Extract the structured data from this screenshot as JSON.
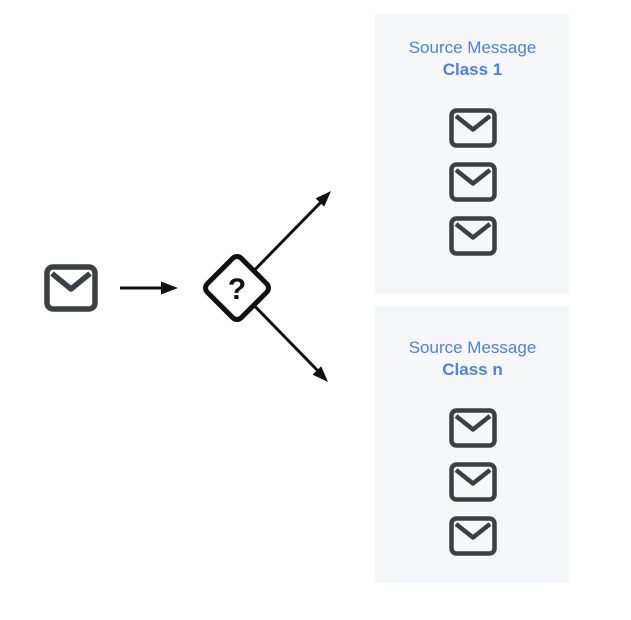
{
  "diagram": {
    "description": "Message classification flow diagram",
    "flow": {
      "input": {
        "icon": "mail-icon"
      },
      "decision": {
        "icon": "question-diamond-icon",
        "label": "?"
      },
      "arrows": [
        "arrow-right-icon",
        "arrow-up-right-icon",
        "arrow-down-right-icon"
      ]
    },
    "panels": [
      {
        "title_line1": "Source Message",
        "title_line2": "Class 1",
        "message_icon": "mail-icon",
        "message_count": 3
      },
      {
        "title_line1": "Source Message",
        "title_line2": "Class n",
        "message_icon": "mail-icon",
        "message_count": 3
      }
    ],
    "colors": {
      "accent_blue": "#4e80e8",
      "panel_bg": "#f6f7f9",
      "icon_gray": "#3c4043",
      "ink_black": "#111111"
    }
  }
}
